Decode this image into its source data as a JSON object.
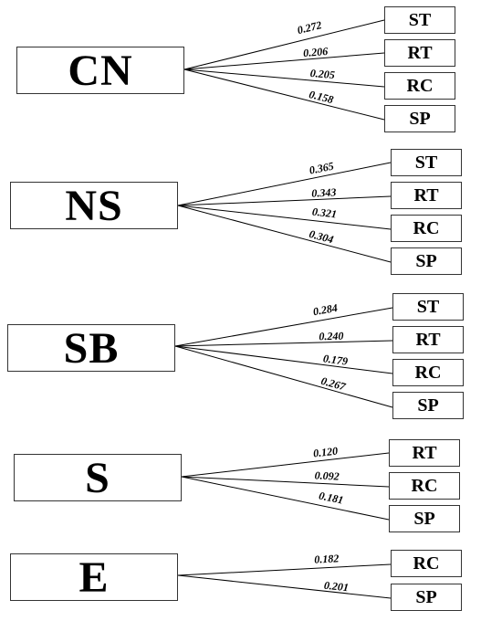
{
  "groups": [
    {
      "source": "CN",
      "targets": [
        "ST",
        "RT",
        "RC",
        "SP"
      ],
      "weights": [
        "0.272",
        "0.206",
        "0.205",
        "0.158"
      ]
    },
    {
      "source": "NS",
      "targets": [
        "ST",
        "RT",
        "RC",
        "SP"
      ],
      "weights": [
        "0.365",
        "0.343",
        "0.321",
        "0.304"
      ]
    },
    {
      "source": "SB",
      "targets": [
        "ST",
        "RT",
        "RC",
        "SP"
      ],
      "weights": [
        "0.284",
        "0.240",
        "0.179",
        "0.267"
      ]
    },
    {
      "source": "S",
      "targets": [
        "RT",
        "RC",
        "SP"
      ],
      "weights": [
        "0.120",
        "0.092",
        "0.181"
      ]
    },
    {
      "source": "E",
      "targets": [
        "RC",
        "SP"
      ],
      "weights": [
        "0.182",
        "0.201"
      ]
    }
  ]
}
